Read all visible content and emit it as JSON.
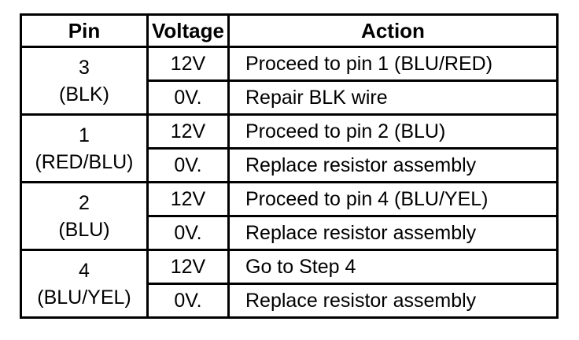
{
  "table": {
    "headers": {
      "pin": "Pin",
      "voltage": "Voltage",
      "action": "Action"
    },
    "groups": [
      {
        "pin": "3",
        "wire": "(BLK)",
        "rows": [
          {
            "voltage": "12V",
            "action": "Proceed to pin 1 (BLU/RED)"
          },
          {
            "voltage": "0V.",
            "action": "Repair BLK wire"
          }
        ]
      },
      {
        "pin": "1",
        "wire": "(RED/BLU)",
        "rows": [
          {
            "voltage": "12V",
            "action": "Proceed to pin 2 (BLU)"
          },
          {
            "voltage": "0V.",
            "action": "Replace resistor assembly"
          }
        ]
      },
      {
        "pin": "2",
        "wire": "(BLU)",
        "rows": [
          {
            "voltage": "12V",
            "action": "Proceed to pin 4 (BLU/YEL)"
          },
          {
            "voltage": "0V.",
            "action": "Replace resistor assembly"
          }
        ]
      },
      {
        "pin": "4",
        "wire": "(BLU/YEL)",
        "rows": [
          {
            "voltage": "12V",
            "action": "Go to Step 4"
          },
          {
            "voltage": "0V.",
            "action": "Replace resistor assembly"
          }
        ]
      }
    ]
  }
}
